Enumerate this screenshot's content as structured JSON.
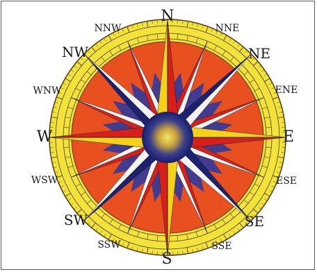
{
  "compass": {
    "labels": {
      "N": "N",
      "NNE": "NNE",
      "NE": "NE",
      "ENE": "ENE",
      "E": "E",
      "ESE": "ESE",
      "SE": "SE",
      "SSE": "SSE",
      "S": "S",
      "SSW": "SSW",
      "SW": "SW",
      "WSW": "WSW",
      "W": "W",
      "WNW": "WNW",
      "NW": "NW",
      "NNW": "NNW"
    },
    "colors": {
      "ring_yellow": "#f3e23a",
      "ring_line": "#4a3a10",
      "orange_field": "#e8501f",
      "blue_field": "#2f3a9c",
      "navy": "#1c2270",
      "yellow_point": "#f4d21c",
      "white_point": "#f4f4f4",
      "red_point": "#d8201a",
      "center_glow": "#f3e56b"
    }
  }
}
